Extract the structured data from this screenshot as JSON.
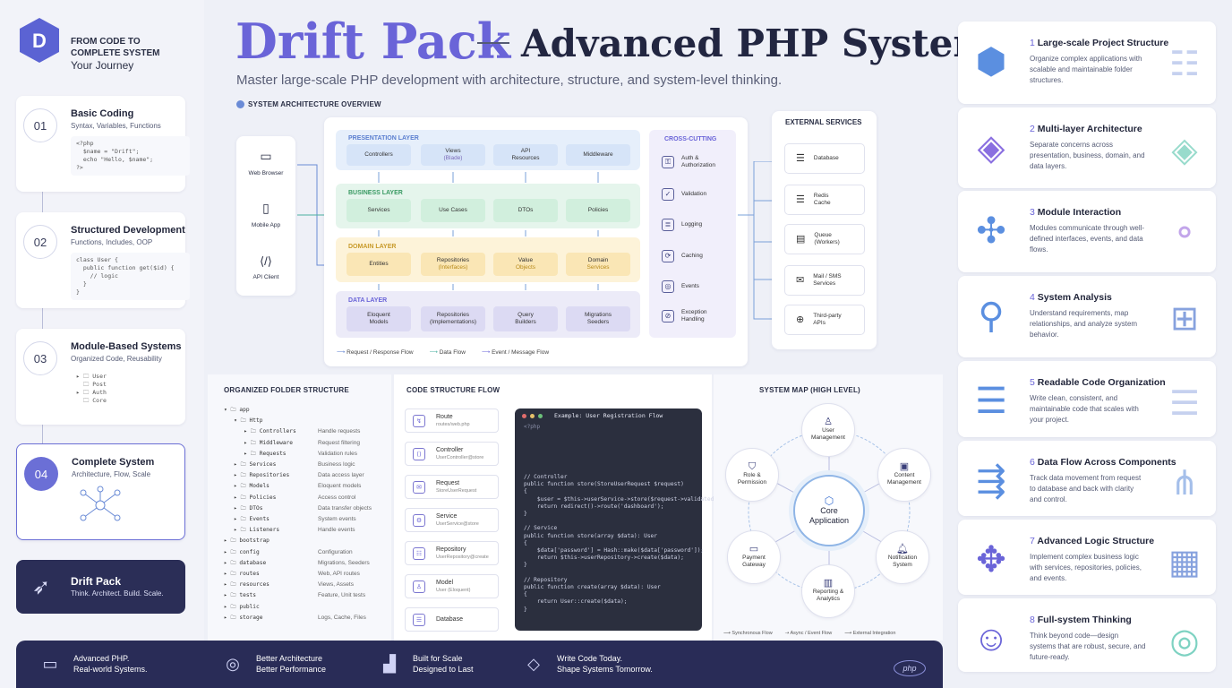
{
  "journey": {
    "line1": "FROM CODE TO",
    "line2": "COMPLETE SYSTEM",
    "line3": "Your Journey"
  },
  "steps": [
    {
      "num": "01",
      "title": "Basic Coding",
      "subtitle": "Syntax, Variables, Functions",
      "code": "<?php\n  $name = \"Drift\";\n  echo \"Hello, $name\";\n?>"
    },
    {
      "num": "02",
      "title": "Structured Development",
      "subtitle": "Functions, Includes, OOP",
      "code": "class User {\n  public function get($id) {\n    // logic\n  }\n}"
    },
    {
      "num": "03",
      "title": "Module-Based Systems",
      "subtitle": "Organized Code, Reusability",
      "code": "▸ 🗀 User\n  🗀 Post\n▸ 🗀 Auth\n  🗀 Core"
    },
    {
      "num": "04",
      "title": "Complete System",
      "subtitle": "Architecture, Flow, Scale"
    }
  ],
  "brand": {
    "name": "Drift Pack",
    "tagline": "Think. Architect. Build. Scale."
  },
  "header": {
    "title_a": "Drift Pack",
    "title_b": "Advanced PHP Systems",
    "subtitle": "Master large-scale PHP development with architecture, structure, and system-level thinking."
  },
  "arch": {
    "section": "SYSTEM ARCHITECTURE OVERVIEW",
    "clients": [
      "Web Browser",
      "Mobile App",
      "API Client"
    ],
    "layers": [
      {
        "title": "PRESENTATION LAYER",
        "cells": [
          [
            "Controllers",
            ""
          ],
          [
            "Views",
            "(Blade)"
          ],
          [
            "API",
            "Resources"
          ],
          [
            "Middleware",
            ""
          ]
        ],
        "color": "#e6effb",
        "tcolor": "#5b7fd0"
      },
      {
        "title": "BUSINESS LAYER",
        "cells": [
          [
            "Services",
            ""
          ],
          [
            "Use Cases",
            ""
          ],
          [
            "DTOs",
            ""
          ],
          [
            "Policies",
            ""
          ]
        ],
        "color": "#e5f5ec",
        "tcolor": "#3a9a63"
      },
      {
        "title": "DOMAIN LAYER",
        "cells": [
          [
            "Entities",
            ""
          ],
          [
            "Repositories",
            "(Interfaces)"
          ],
          [
            "Value",
            "Objects"
          ],
          [
            "Domain",
            "Services"
          ]
        ],
        "color": "#fdf3d9",
        "tcolor": "#c89a2a"
      },
      {
        "title": "DATA LAYER",
        "cells": [
          [
            "Eloquent",
            "Models"
          ],
          [
            "Repositories",
            "(Implementations)"
          ],
          [
            "Query",
            "Builders"
          ],
          [
            "Migrations",
            "Seeders"
          ]
        ],
        "color": "#ecebf8",
        "tcolor": "#6a64d8"
      }
    ],
    "crosscut_title": "CROSS-CUTTING",
    "crosscut": [
      "Auth & Authorization",
      "Validation",
      "Logging",
      "Caching",
      "Events",
      "Exception Handling"
    ],
    "external_title": "EXTERNAL SERVICES",
    "external": [
      "Database",
      "Redis Cache",
      "Queue (Workers)",
      "Mail / SMS Services",
      "Third-party APIs"
    ],
    "legend": [
      "Request / Response Flow",
      "Data Flow",
      "Event / Message Flow"
    ]
  },
  "folders": {
    "section": "ORGANIZED FOLDER STRUCTURE",
    "rows": [
      [
        "▾ 🗀 app",
        ""
      ],
      [
        "   ▾ 🗀 Http",
        ""
      ],
      [
        "      ▸ 🗀 Controllers",
        "Handle requests"
      ],
      [
        "      ▸ 🗀 Middleware",
        "Request filtering"
      ],
      [
        "      ▸ 🗀 Requests",
        "Validation rules"
      ],
      [
        "   ▸ 🗀 Services",
        "Business logic"
      ],
      [
        "   ▸ 🗀 Repositories",
        "Data access layer"
      ],
      [
        "   ▸ 🗀 Models",
        "Eloquent models"
      ],
      [
        "   ▸ 🗀 Policies",
        "Access control"
      ],
      [
        "   ▸ 🗀 DTOs",
        "Data transfer objects"
      ],
      [
        "   ▸ 🗀 Events",
        "System events"
      ],
      [
        "   ▸ 🗀 Listeners",
        "Handle events"
      ],
      [
        "▸ 🗀 bootstrap",
        ""
      ],
      [
        "▸ 🗀 config",
        "Configuration"
      ],
      [
        "▸ 🗀 database",
        "Migrations, Seeders"
      ],
      [
        "▸ 🗀 routes",
        "Web, API routes"
      ],
      [
        "▸ 🗀 resources",
        "Views, Assets"
      ],
      [
        "▸ 🗀 tests",
        "Feature, Unit tests"
      ],
      [
        "▸ 🗀 public",
        ""
      ],
      [
        "▸ 🗀 storage",
        "Logs, Cache, Files"
      ]
    ]
  },
  "codeflow": {
    "section": "CODE STRUCTURE FLOW",
    "steps": [
      [
        "Route",
        "routes/web.php"
      ],
      [
        "Controller",
        "UserController@store"
      ],
      [
        "Request",
        "StoreUserRequest"
      ],
      [
        "Service",
        "UserService@store"
      ],
      [
        "Repository",
        "UserRepository@create"
      ],
      [
        "Model",
        "User (Eloquent)"
      ],
      [
        "Database",
        ""
      ]
    ],
    "example_title": "Example: User Registration Flow",
    "code": "// Controller\npublic function store(StoreUserRequest $request)\n{\n    $user = $this->userService->store($request->validated\n    return redirect()->route('dashboard');\n}\n\n// Service\npublic function store(array $data): User\n{\n    $data['password'] = Hash::make($data['password']);\n    return $this->userRepository->create($data);\n}\n\n// Repository\npublic function create(array $data): User\n{\n    return User::create($data);\n}"
  },
  "sysmap": {
    "section": "SYSTEM MAP (HIGH LEVEL)",
    "core": [
      "Core",
      "Application"
    ],
    "nodes": [
      "User Management",
      "Content Management",
      "Notification System",
      "Reporting & Analytics",
      "Payment Gateway",
      "Role & Permission"
    ],
    "legend": [
      "Synchronous Flow",
      "Async / Event Flow",
      "External Integration"
    ]
  },
  "topics": [
    {
      "n": "1",
      "title": "Large-scale Project Structure",
      "desc": "Organize complex applications with scalable and maintainable folder structures."
    },
    {
      "n": "2",
      "title": "Multi-layer Architecture",
      "desc": "Separate concerns across presentation, business, domain, and data layers."
    },
    {
      "n": "3",
      "title": "Module Interaction",
      "desc": "Modules communicate through well-defined interfaces, events, and data flows."
    },
    {
      "n": "4",
      "title": "System Analysis",
      "desc": "Understand requirements, map relationships, and analyze system behavior."
    },
    {
      "n": "5",
      "title": "Readable Code Organization",
      "desc": "Write clean, consistent, and maintainable code that scales with your project."
    },
    {
      "n": "6",
      "title": "Data Flow Across Components",
      "desc": "Track data movement from request to database and back with clarity and control."
    },
    {
      "n": "7",
      "title": "Advanced Logic Structure",
      "desc": "Implement complex business logic with services, repositories, policies, and events."
    },
    {
      "n": "8",
      "title": "Full-system Thinking",
      "desc": "Think beyond code—design systems that are robust, secure, and future-ready."
    }
  ],
  "bottom": [
    {
      "a": "Advanced PHP.",
      "b": "Real-world Systems."
    },
    {
      "a": "Better Architecture",
      "b": "Better Performance"
    },
    {
      "a": "Built for Scale",
      "b": "Designed to Last"
    },
    {
      "a": "Write Code Today.",
      "b": "Shape Systems Tomorrow."
    }
  ],
  "php_badge": "php",
  "colors": {
    "accent": "#6a64d8",
    "dark": "#292c57"
  }
}
